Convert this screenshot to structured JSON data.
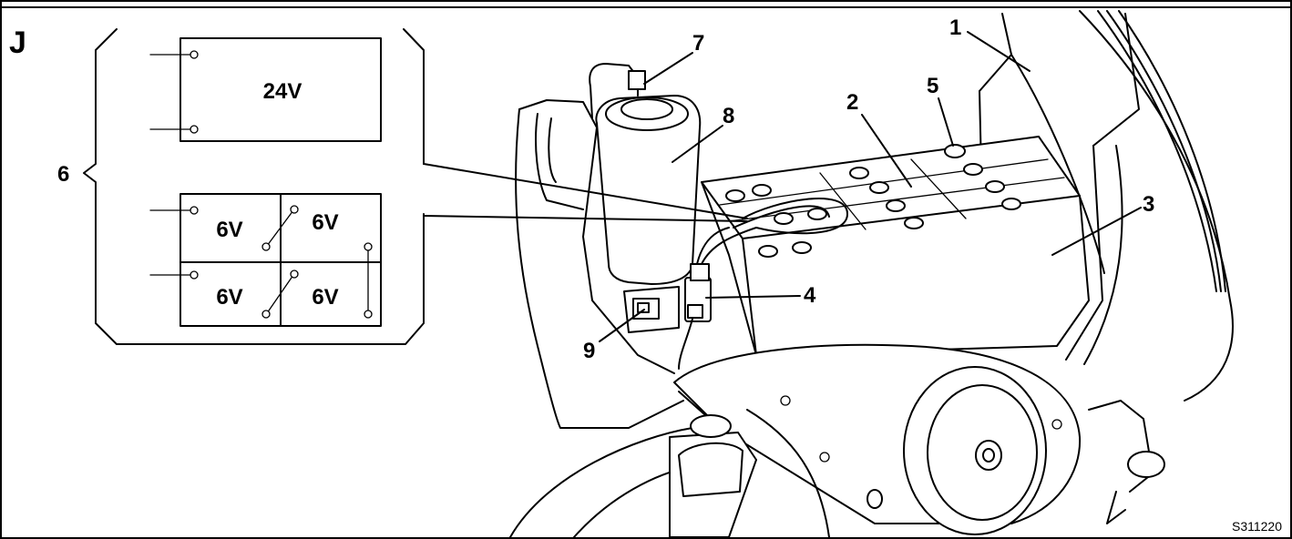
{
  "figure": {
    "section_letter": "J",
    "code": "S311220",
    "inset": {
      "series_label": "24V",
      "parallel_labels": [
        "6V",
        "6V",
        "6V",
        "6V"
      ]
    },
    "callouts": [
      "1",
      "2",
      "3",
      "4",
      "5",
      "6",
      "7",
      "8",
      "9"
    ]
  }
}
